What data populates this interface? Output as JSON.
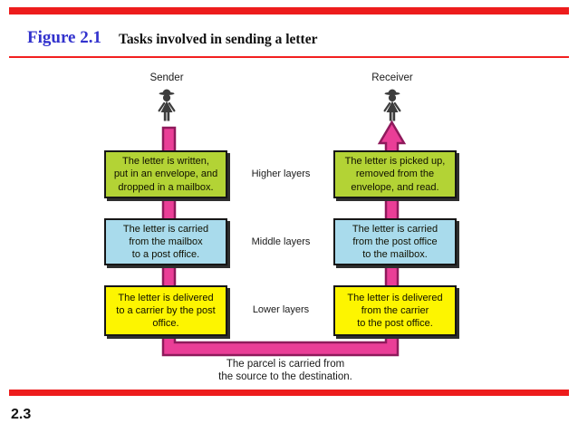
{
  "header": {
    "figure_label": "Figure 2.1",
    "figure_title": "Tasks involved in sending a letter"
  },
  "diagram": {
    "sender": {
      "label": "Sender",
      "icon": "person-icon"
    },
    "receiver": {
      "label": "Receiver",
      "icon": "person-icon"
    },
    "layers": [
      {
        "name": "Higher layers",
        "color": "#b3d335",
        "left_task": "The letter is written,\nput in an envelope, and\ndropped in a mailbox.",
        "right_task": "The letter is picked up,\nremoved from the\nenvelope, and read."
      },
      {
        "name": "Middle layers",
        "color": "#a9dbec",
        "left_task": "The letter is carried\nfrom the mailbox\nto a post office.",
        "right_task": "The letter is carried\nfrom the post office\nto the mailbox."
      },
      {
        "name": "Lower layers",
        "color": "#fdf500",
        "left_task": "The letter is delivered\nto a carrier by the post\noffice.",
        "right_task": "The letter is delivered\nfrom the carrier\nto the post office."
      }
    ],
    "flow_caption": "The parcel is carried from\nthe source to the destination.",
    "colors": {
      "accent_red": "#ed1c1c",
      "figure_label_blue": "#3232cd",
      "arrow_fill": "#ea3e97",
      "arrow_border": "#8f1a5c",
      "box_shadow": "#2e2e2e"
    }
  },
  "footer": {
    "page_number": "2.3"
  }
}
